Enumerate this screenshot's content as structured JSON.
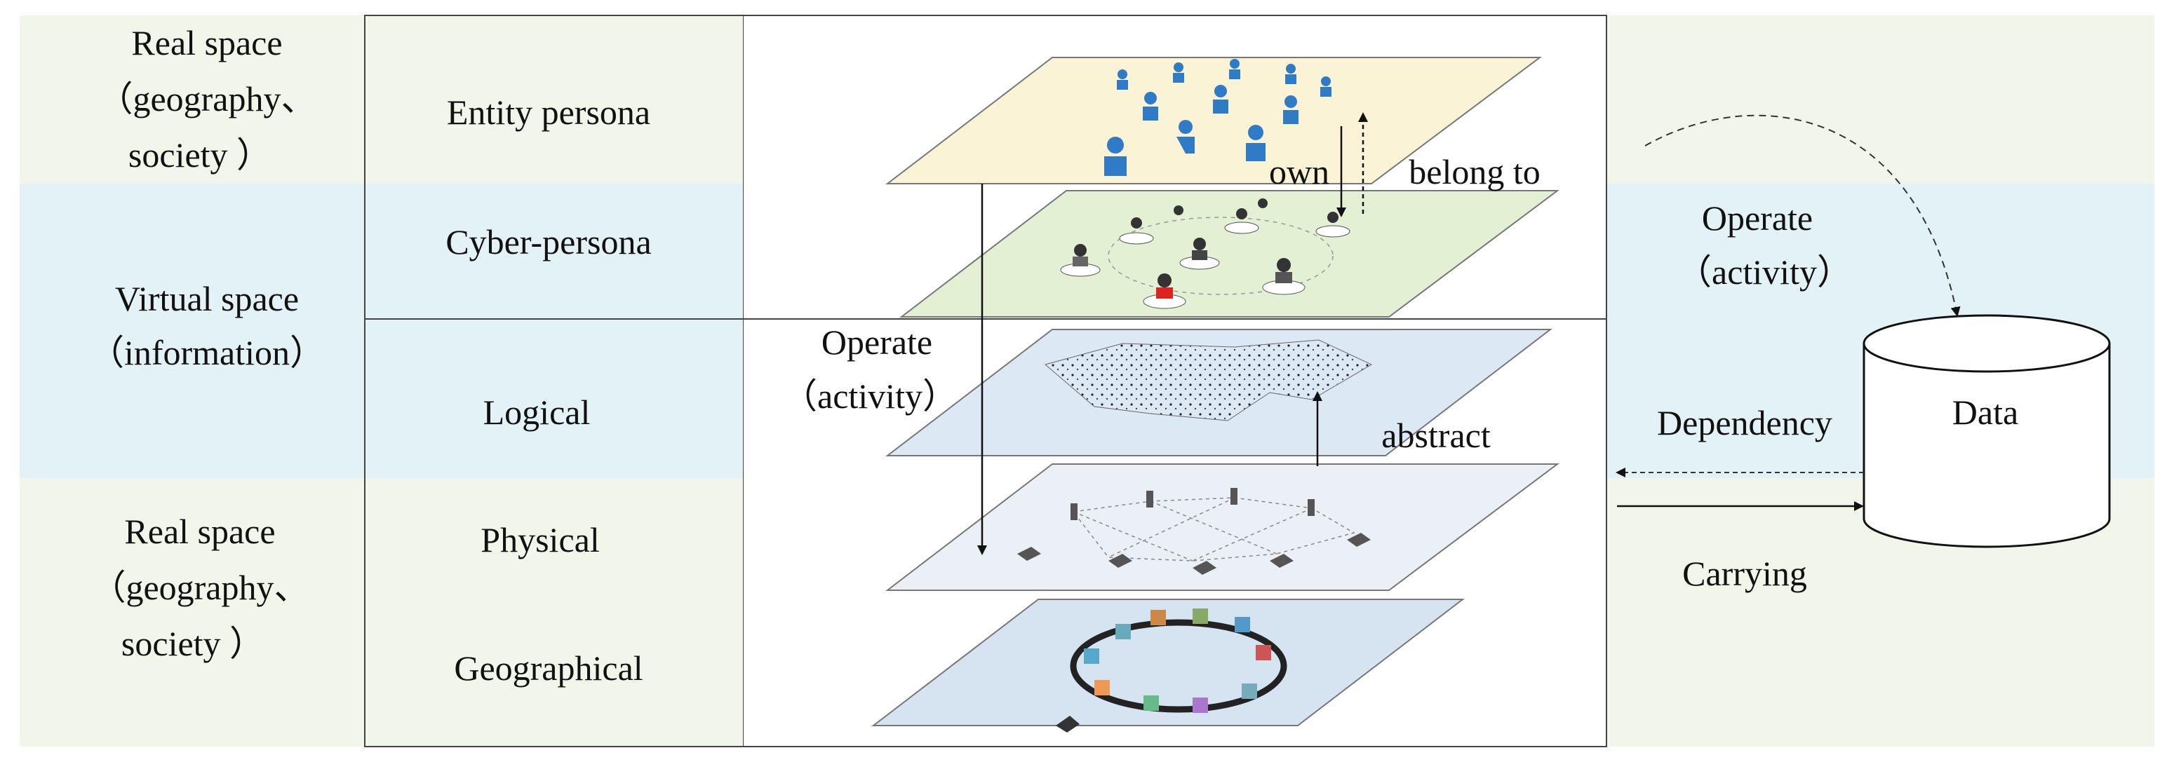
{
  "colors": {
    "band_real": "#f2f6ea",
    "band_virtual": "#e3f2f6",
    "plane_entity": "#fbf3d6",
    "plane_cyber": "#e3f0d4",
    "plane_logical": "#dce9f4",
    "plane_physical": "#eaf0f6",
    "plane_geo": "#d6e4f2"
  },
  "left_column": {
    "real_space_top": {
      "line1": "Real space",
      "line2": "（geography、",
      "line3": "society ）"
    },
    "virtual_space": {
      "line1": "Virtual space",
      "line2": "（information）"
    },
    "real_space_bottom": {
      "line1": "Real space",
      "line2": "（geography、",
      "line3": "society ）"
    }
  },
  "layers": {
    "entity_persona": "Entity persona",
    "cyber_persona": "Cyber-persona",
    "logical": "Logical",
    "physical": "Physical",
    "geographical": "Geographical"
  },
  "center_labels": {
    "own": "own",
    "belong_to": "belong to",
    "operate_line1": "Operate",
    "operate_line2": "（activity）",
    "abstract": "abstract"
  },
  "right_column": {
    "operate_line1": "Operate",
    "operate_line2": "（activity）",
    "data": "Data",
    "dependency": "Dependency",
    "carrying": "Carrying"
  }
}
